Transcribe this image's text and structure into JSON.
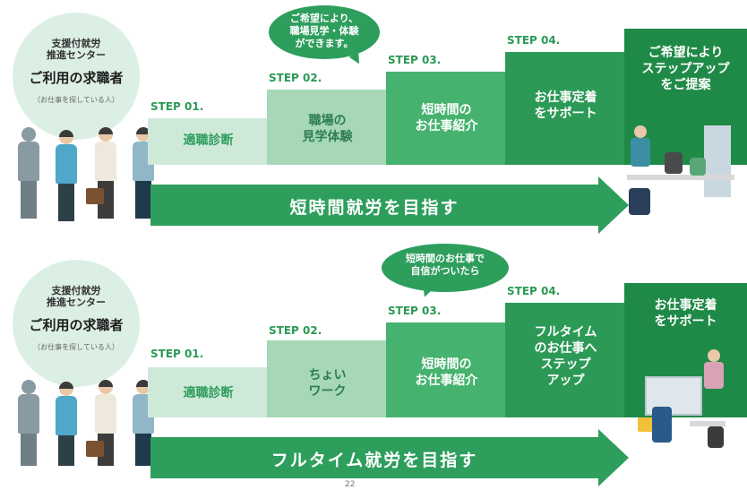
{
  "panels": [
    {
      "circle": {
        "org_line1": "支援付就労",
        "org_line2": "推進センター",
        "title": "ご利用の求職者",
        "sub": "（お仕事を探している人）"
      },
      "steps": [
        {
          "label": "STEP 01.",
          "text": "適職診断",
          "color": "#cfe9d8"
        },
        {
          "label": "STEP 02.",
          "text": "職場の\n見学体験",
          "color": "#a6d8b8"
        },
        {
          "label": "STEP 03.",
          "text": "短時間の\nお仕事紹介",
          "color": "#46b26f"
        },
        {
          "label": "STEP 04.",
          "text": "お仕事定着\nをサポート",
          "color": "#2c9a56"
        },
        {
          "label": "",
          "text": "ご希望により\nステップアップ\nをご提案",
          "color": "#1f8a47"
        }
      ],
      "bubble": "ご希望により、\n職場見学・体験\nができます。",
      "arrow": "短時間就労を目指す"
    },
    {
      "circle": {
        "org_line1": "支援付就労",
        "org_line2": "推進センター",
        "title": "ご利用の求職者",
        "sub": "（お仕事を探している人）"
      },
      "steps": [
        {
          "label": "STEP 01.",
          "text": "適職診断",
          "color": "#cfe9d8"
        },
        {
          "label": "STEP 02.",
          "text": "ちょい\nワーク",
          "color": "#a6d8b8"
        },
        {
          "label": "STEP 03.",
          "text": "短時間の\nお仕事紹介",
          "color": "#46b26f"
        },
        {
          "label": "STEP 04.",
          "text": "フルタイム\nのお仕事へ\nステップ\nアップ",
          "color": "#2c9a56"
        },
        {
          "label": "",
          "text": "お仕事定着\nをサポート",
          "color": "#1f8a47"
        }
      ],
      "bubble": "短時間のお仕事で\n自信がついたら",
      "arrow": "フルタイム就労を目指す"
    }
  ],
  "page_number": "22"
}
